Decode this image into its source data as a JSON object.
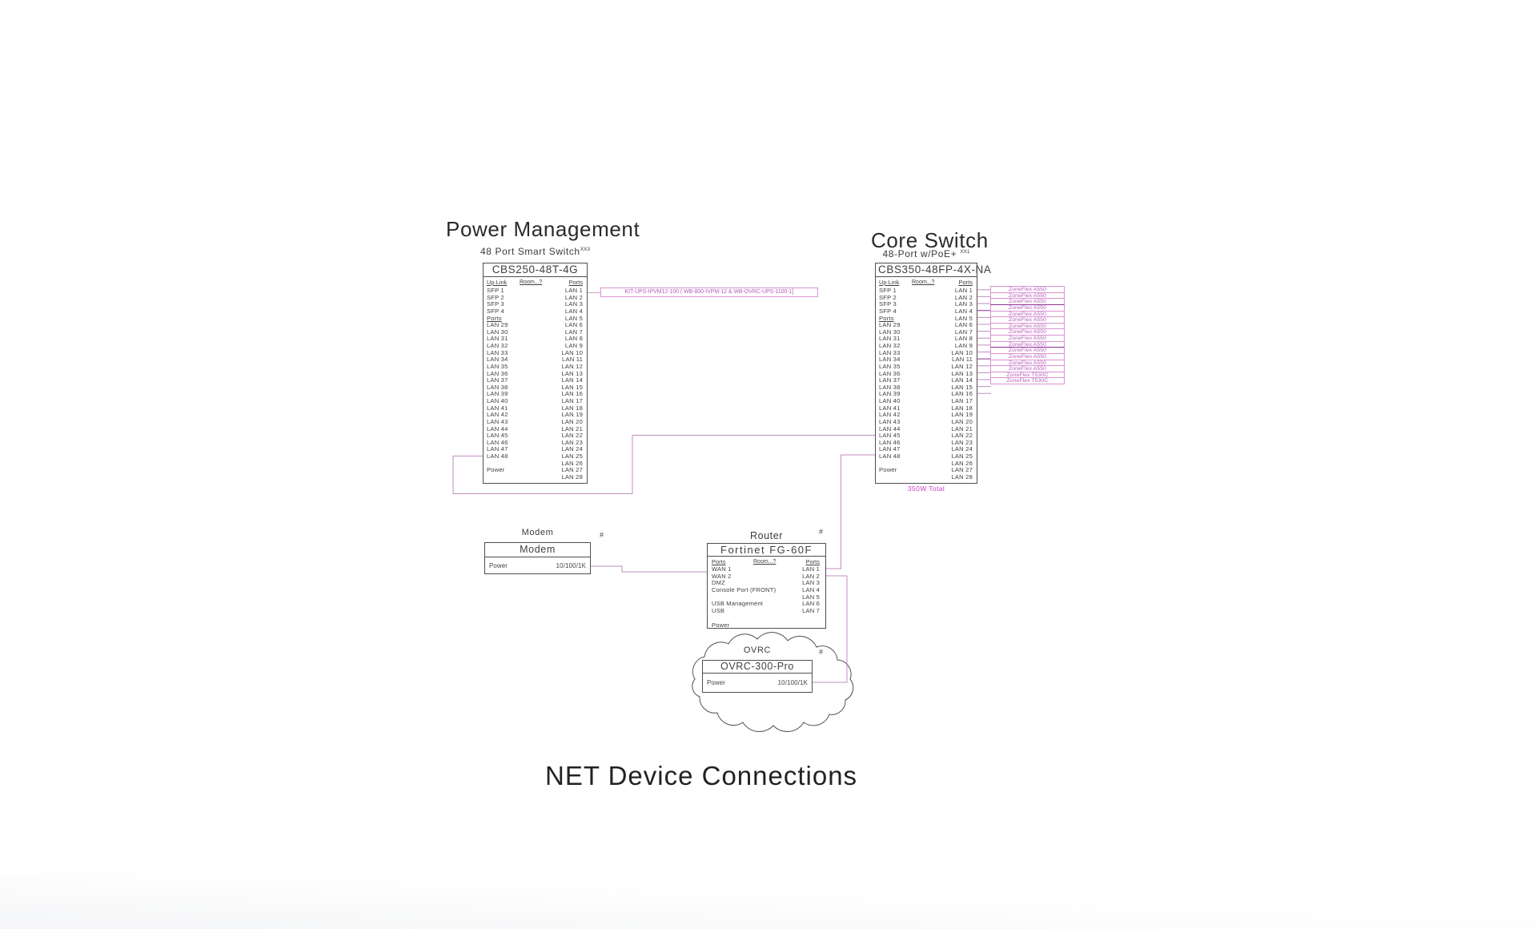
{
  "titles": {
    "power": "Power Management",
    "core": "Core Switch",
    "bottom": "NET Device Connections"
  },
  "power_switch": {
    "subtitle": "48 Port Smart Switch",
    "subtitle_sup": "XX3",
    "model": "CBS250-48T-4G",
    "col_headers": {
      "left": "Up Link",
      "mid": "Room...?",
      "right": "Ports"
    },
    "left_rows": [
      "SFP 1",
      "SFP 2",
      "SFP 3",
      "SFP 4",
      "Ports",
      "LAN 29",
      "LAN 30",
      "LAN 31",
      "LAN 32",
      "LAN 33",
      "LAN 34",
      "LAN 35",
      "LAN 36",
      "LAN 37",
      "LAN 38",
      "LAN 39",
      "LAN 40",
      "LAN 41",
      "LAN 42",
      "LAN 43",
      "LAN 44",
      "LAN 45",
      "LAN 46",
      "LAN 47",
      "LAN 48",
      "",
      "Power"
    ],
    "right_rows": [
      "LAN 1",
      "LAN 2",
      "LAN 3",
      "LAN 4",
      "LAN 5",
      "LAN 6",
      "LAN 7",
      "LAN 8",
      "LAN 9",
      "LAN 10",
      "LAN 11",
      "LAN 12",
      "LAN 13",
      "LAN 14",
      "LAN 15",
      "LAN 16",
      "LAN 17",
      "LAN 18",
      "LAN 19",
      "LAN 20",
      "LAN 21",
      "LAN 22",
      "LAN 23",
      "LAN 24",
      "LAN 25",
      "LAN 26",
      "LAN 27",
      "LAN 28"
    ],
    "kit_label": "KIT-UPS-IPVM12-100 ( WB-800-IVPM-12 & WB-OVRC-UPS-1100-1]"
  },
  "core_switch": {
    "subtitle": "48-Port w/PoE+",
    "subtitle_sup": "XX1",
    "model": "CBS350-48FP-4X-NA",
    "col_headers": {
      "left": "Up Link",
      "mid": "Room...?",
      "right": "Ports"
    },
    "left_rows": [
      "SFP 1",
      "SFP 2",
      "SFP 3",
      "SFP 4",
      "Ports",
      "LAN 29",
      "LAN 30",
      "LAN 31",
      "LAN 32",
      "LAN 33",
      "LAN 34",
      "LAN 35",
      "LAN 36",
      "LAN 37",
      "LAN 38",
      "LAN 39",
      "LAN 40",
      "LAN 41",
      "LAN 42",
      "LAN 43",
      "LAN 44",
      "LAN 45",
      "LAN 46",
      "LAN 47",
      "LAN 48",
      "",
      "Power"
    ],
    "right_rows": [
      "LAN 1",
      "LAN 2",
      "LAN 3",
      "LAN 4",
      "LAN 5",
      "LAN 6",
      "LAN 7",
      "LAN 8",
      "LAN 9",
      "LAN 10",
      "LAN 11",
      "LAN 12",
      "LAN 13",
      "LAN 14",
      "LAN 15",
      "LAN 16",
      "LAN 17",
      "LAN 18",
      "LAN 19",
      "LAN 20",
      "LAN 21",
      "LAN 22",
      "LAN 23",
      "LAN 24",
      "LAN 25",
      "LAN 26",
      "LAN 27",
      "LAN 28"
    ],
    "zoneflex": [
      "ZoneFlex A550",
      "ZoneFlex A550",
      "ZoneFlex A550",
      "ZoneFlex A550",
      "ZoneFlex A550",
      "ZoneFlex A550",
      "ZoneFlex A550",
      "ZoneFlex A550",
      "ZoneFlex A550",
      "ZoneFlex A550",
      "ZoneFlex A550",
      "ZoneFlex A550",
      "ZoneFlex A550",
      "ZoneFlex A550",
      "ZoneFlex T530C",
      "ZoneFlex T530C"
    ],
    "power_note": "350W Total"
  },
  "modem": {
    "label": "Modem",
    "model": "Modem",
    "row_left": "Power",
    "row_right": "10/100/1K",
    "mark": "#"
  },
  "router": {
    "label": "Router",
    "model": "Fortinet FG-60F",
    "col_headers": {
      "left": "Ports",
      "mid": "Room...?",
      "right": "Ports"
    },
    "left_rows": [
      "WAN 1",
      "WAN 2",
      "DMZ",
      "Console Port (FRONT)",
      "",
      "USB Management",
      "USB",
      "",
      "Power"
    ],
    "right_rows": [
      "LAN 1",
      "LAN 2",
      "LAN 3",
      "LAN 4",
      "LAN 5",
      "LAN 6",
      "LAN 7"
    ],
    "mark": "#"
  },
  "ovrc": {
    "label": "OVRC",
    "model": "OVRC-300-Pro",
    "row_left": "Power",
    "row_right": "10/100/1K",
    "mark": "#"
  },
  "colors": {
    "ink": "#3f3f3f",
    "border": "#4f4f4f",
    "wire": "#c08ec0",
    "dark_purple": "#8e2f93",
    "magenta_text": "#b45cb8",
    "pink_border": "#da93d2",
    "note_magenta": "#c83cc8"
  }
}
